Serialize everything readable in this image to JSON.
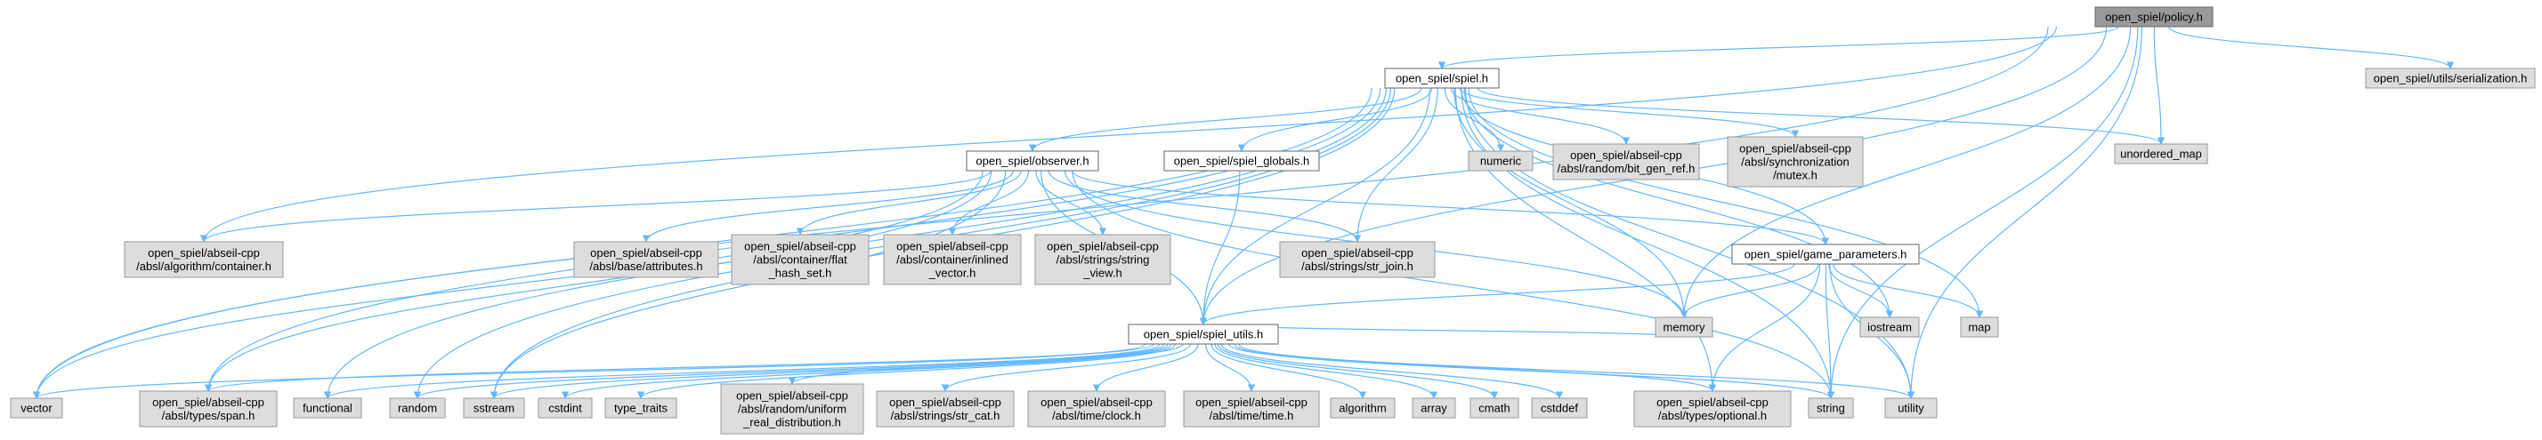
{
  "diagram": {
    "root": "open_spiel/policy.h",
    "nodes": {
      "policy": {
        "lines": [
          "open_spiel/policy.h"
        ]
      },
      "serialization": {
        "lines": [
          "open_spiel/utils/serialization.h"
        ]
      },
      "spiel": {
        "lines": [
          "open_spiel/spiel.h"
        ]
      },
      "unordered_map": {
        "lines": [
          "unordered_map"
        ]
      },
      "observer": {
        "lines": [
          "open_spiel/observer.h"
        ]
      },
      "spiel_globals": {
        "lines": [
          "open_spiel/spiel_globals.h"
        ]
      },
      "numeric": {
        "lines": [
          "numeric"
        ]
      },
      "bit_gen_ref": {
        "lines": [
          "open_spiel/abseil-cpp",
          "/absl/random/bit_gen_ref.h"
        ]
      },
      "mutex": {
        "lines": [
          "open_spiel/abseil-cpp",
          "/absl/synchronization",
          "/mutex.h"
        ]
      },
      "container": {
        "lines": [
          "open_spiel/abseil-cpp",
          "/absl/algorithm/container.h"
        ]
      },
      "attributes": {
        "lines": [
          "open_spiel/abseil-cpp",
          "/absl/base/attributes.h"
        ]
      },
      "flat_hash_set": {
        "lines": [
          "open_spiel/abseil-cpp",
          "/absl/container/flat",
          "_hash_set.h"
        ]
      },
      "inlined_vector": {
        "lines": [
          "open_spiel/abseil-cpp",
          "/absl/container/inlined",
          "_vector.h"
        ]
      },
      "string_view": {
        "lines": [
          "open_spiel/abseil-cpp",
          "/absl/strings/string",
          "_view.h"
        ]
      },
      "str_join": {
        "lines": [
          "open_spiel/abseil-cpp",
          "/absl/strings/str_join.h"
        ]
      },
      "game_parameters": {
        "lines": [
          "open_spiel/game_parameters.h"
        ]
      },
      "memory": {
        "lines": [
          "memory"
        ]
      },
      "iostream": {
        "lines": [
          "iostream"
        ]
      },
      "map": {
        "lines": [
          "map"
        ]
      },
      "spiel_utils": {
        "lines": [
          "open_spiel/spiel_utils.h"
        ]
      },
      "vector": {
        "lines": [
          "vector"
        ]
      },
      "span": {
        "lines": [
          "open_spiel/abseil-cpp",
          "/absl/types/span.h"
        ]
      },
      "functional": {
        "lines": [
          "functional"
        ]
      },
      "random": {
        "lines": [
          "random"
        ]
      },
      "sstream": {
        "lines": [
          "sstream"
        ]
      },
      "cstdint": {
        "lines": [
          "cstdint"
        ]
      },
      "type_traits": {
        "lines": [
          "type_traits"
        ]
      },
      "uniform_real": {
        "lines": [
          "open_spiel/abseil-cpp",
          "/absl/random/uniform",
          "_real_distribution.h"
        ]
      },
      "str_cat": {
        "lines": [
          "open_spiel/abseil-cpp",
          "/absl/strings/str_cat.h"
        ]
      },
      "clock": {
        "lines": [
          "open_spiel/abseil-cpp",
          "/absl/time/clock.h"
        ]
      },
      "time": {
        "lines": [
          "open_spiel/abseil-cpp",
          "/absl/time/time.h"
        ]
      },
      "algorithm": {
        "lines": [
          "algorithm"
        ]
      },
      "array": {
        "lines": [
          "array"
        ]
      },
      "cmath": {
        "lines": [
          "cmath"
        ]
      },
      "cstddef": {
        "lines": [
          "cstddef"
        ]
      },
      "optional": {
        "lines": [
          "open_spiel/abseil-cpp",
          "/absl/types/optional.h"
        ]
      },
      "string": {
        "lines": [
          "string"
        ]
      },
      "utility": {
        "lines": [
          "utility"
        ]
      }
    },
    "edges": [
      [
        "policy",
        "serialization"
      ],
      [
        "policy",
        "spiel"
      ],
      [
        "policy",
        "unordered_map"
      ],
      [
        "policy",
        "memory"
      ],
      [
        "policy",
        "string"
      ],
      [
        "policy",
        "utility"
      ],
      [
        "policy",
        "vector"
      ],
      [
        "policy",
        "container"
      ],
      [
        "policy",
        "spiel_utils"
      ],
      [
        "spiel",
        "observer"
      ],
      [
        "spiel",
        "spiel_globals"
      ],
      [
        "spiel",
        "numeric"
      ],
      [
        "spiel",
        "bit_gen_ref"
      ],
      [
        "spiel",
        "mutex"
      ],
      [
        "spiel",
        "unordered_map"
      ],
      [
        "spiel",
        "game_parameters"
      ],
      [
        "spiel",
        "memory"
      ],
      [
        "spiel",
        "iostream"
      ],
      [
        "spiel",
        "map"
      ],
      [
        "spiel",
        "string"
      ],
      [
        "spiel",
        "utility"
      ],
      [
        "spiel",
        "optional"
      ],
      [
        "spiel",
        "spiel_utils"
      ],
      [
        "spiel",
        "vector"
      ],
      [
        "spiel",
        "span"
      ],
      [
        "spiel",
        "functional"
      ],
      [
        "spiel",
        "random"
      ],
      [
        "spiel",
        "sstream"
      ],
      [
        "spiel",
        "str_join"
      ],
      [
        "observer",
        "container"
      ],
      [
        "observer",
        "attributes"
      ],
      [
        "observer",
        "flat_hash_set"
      ],
      [
        "observer",
        "inlined_vector"
      ],
      [
        "observer",
        "string_view"
      ],
      [
        "observer",
        "str_join"
      ],
      [
        "observer",
        "game_parameters"
      ],
      [
        "observer",
        "memory"
      ],
      [
        "observer",
        "spiel_utils"
      ],
      [
        "observer",
        "vector"
      ],
      [
        "observer",
        "span"
      ],
      [
        "observer",
        "string"
      ],
      [
        "observer",
        "sstream"
      ],
      [
        "spiel_globals",
        "spiel_utils"
      ],
      [
        "game_parameters",
        "memory"
      ],
      [
        "game_parameters",
        "iostream"
      ],
      [
        "game_parameters",
        "map"
      ],
      [
        "game_parameters",
        "string"
      ],
      [
        "game_parameters",
        "utility"
      ],
      [
        "game_parameters",
        "optional"
      ],
      [
        "game_parameters",
        "spiel_utils"
      ],
      [
        "spiel_utils",
        "vector"
      ],
      [
        "spiel_utils",
        "span"
      ],
      [
        "spiel_utils",
        "functional"
      ],
      [
        "spiel_utils",
        "random"
      ],
      [
        "spiel_utils",
        "sstream"
      ],
      [
        "spiel_utils",
        "cstdint"
      ],
      [
        "spiel_utils",
        "type_traits"
      ],
      [
        "spiel_utils",
        "uniform_real"
      ],
      [
        "spiel_utils",
        "str_cat"
      ],
      [
        "spiel_utils",
        "clock"
      ],
      [
        "spiel_utils",
        "time"
      ],
      [
        "spiel_utils",
        "algorithm"
      ],
      [
        "spiel_utils",
        "array"
      ],
      [
        "spiel_utils",
        "cmath"
      ],
      [
        "spiel_utils",
        "cstddef"
      ],
      [
        "spiel_utils",
        "optional"
      ],
      [
        "spiel_utils",
        "string"
      ],
      [
        "spiel_utils",
        "utility"
      ],
      [
        "spiel_utils",
        "memory"
      ]
    ]
  }
}
